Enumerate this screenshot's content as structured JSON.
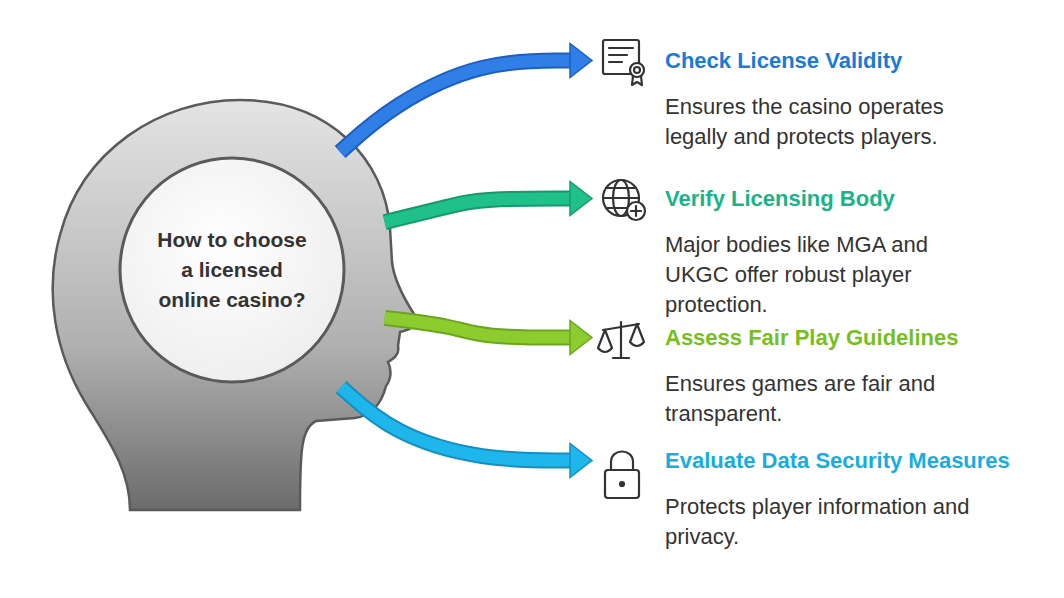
{
  "diagram": {
    "nodes": [
      {
        "text": [
          "How to choose a licensed online casino?"
        ]
      },
      {
        "text": [
          "Check License Validity",
          "Ensures the casino operates legally and protects players."
        ]
      },
      {
        "text": [
          "Verify Licensing Body",
          "Major bodies like MGA and UKGC offer robust player protection."
        ]
      },
      {
        "text": [
          "Assess Fair Play Guidelines",
          "Ensures games are fair and transparent."
        ]
      },
      {
        "text": [
          "Evaluate Data Security Measures",
          "Protects player information and privacy."
        ]
      }
    ],
    "edges": [
      {
        "from": 0,
        "to": 1,
        "arrow": "to"
      },
      {
        "from": 0,
        "to": 2,
        "arrow": "to"
      },
      {
        "from": 0,
        "to": 3,
        "arrow": "to"
      },
      {
        "from": 0,
        "to": 4,
        "arrow": "to"
      }
    ]
  }
}
